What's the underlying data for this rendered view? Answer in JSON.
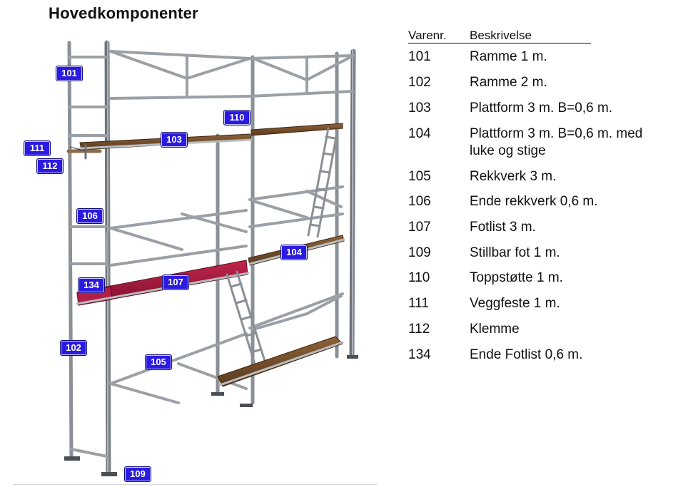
{
  "title": "Hovedkomponenter",
  "legend": {
    "header_id": "Varenr.",
    "header_desc": "Beskrivelse",
    "rows": [
      {
        "code": "101",
        "desc": "Ramme 1 m."
      },
      {
        "code": "102",
        "desc": "Ramme 2 m."
      },
      {
        "code": "103",
        "desc": "Plattform 3 m.  B=0,6 m."
      },
      {
        "code": "104",
        "desc": "Plattform 3 m.  B=0,6 m. med luke og stige"
      },
      {
        "code": "105",
        "desc": "Rekkverk 3 m."
      },
      {
        "code": "106",
        "desc": "Ende rekkverk 0,6 m."
      },
      {
        "code": "107",
        "desc": "Fotlist 3 m."
      },
      {
        "code": "109",
        "desc": "Stillbar fot 1 m."
      },
      {
        "code": "110",
        "desc": "Toppstøtte 1 m."
      },
      {
        "code": "111",
        "desc": "Veggfeste 1 m."
      },
      {
        "code": "112",
        "desc": "Klemme"
      },
      {
        "code": "134",
        "desc": "Ende Fotlist 0,6 m."
      }
    ]
  },
  "callouts": {
    "c101": "101",
    "c102": "102",
    "c103": "103",
    "c104": "104",
    "c105": "105",
    "c106": "106",
    "c107": "107",
    "c109": "109",
    "c110": "110",
    "c111": "111",
    "c112": "112",
    "c134": "134"
  },
  "colors": {
    "tube": "#9aa0a6",
    "tube_dark": "#5f656b",
    "plank": "#7a5230",
    "toe_board": "#a3173a",
    "callout_bg": "#2b1be0"
  }
}
